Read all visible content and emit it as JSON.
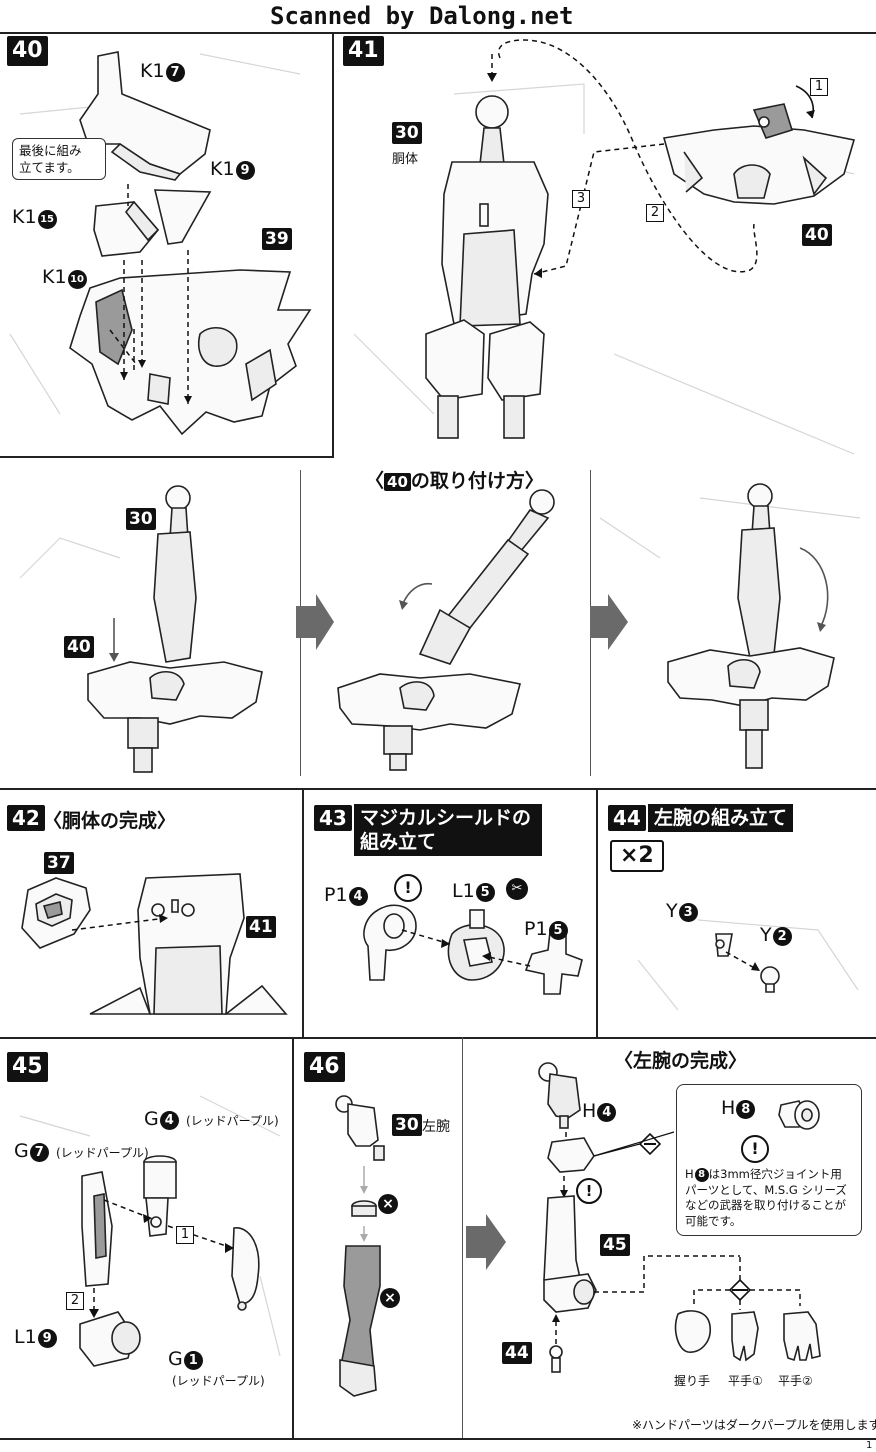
{
  "header": {
    "watermark": "Scanned by Dalong.net"
  },
  "step40": {
    "num": "40",
    "parts": {
      "k1_7": "K1",
      "k1_7n": "7",
      "k1_9": "K1",
      "k1_9n": "9",
      "k1_15": "K1",
      "k1_15n": "15",
      "k1_10": "K1",
      "k1_10n": "10"
    },
    "note": "最後に組み立てます。",
    "note_line1": "最後に組み",
    "note_line2": "立てます。",
    "ref": "39"
  },
  "step41": {
    "num": "41",
    "torso_ref": "30",
    "torso_label": "胴体",
    "ref40": "40",
    "order": [
      "1",
      "2",
      "3"
    ]
  },
  "attach40": {
    "title_pre": "〈",
    "title_num": "40",
    "title_post": "の取り付け方〉",
    "ref30": "30",
    "ref40": "40"
  },
  "step42": {
    "num": "42",
    "title": "〈胴体の完成〉",
    "ref37": "37",
    "ref41": "41"
  },
  "step43": {
    "num": "43",
    "title_line1": "マジカルシールドの",
    "title_line2": "組み立て",
    "p1_4": "P1",
    "p1_4n": "4",
    "l1_5": "L1",
    "l1_5n": "5",
    "p1_5": "P1",
    "p1_5n": "5"
  },
  "step44": {
    "num": "44",
    "title": "左腕の組み立て",
    "multiplier": "×2",
    "y3": "Y",
    "y3n": "3",
    "y2": "Y",
    "y2n": "2"
  },
  "step45": {
    "num": "45",
    "g4": "G",
    "g4n": "4",
    "g4_color": "(レッドパープル)",
    "g7": "G",
    "g7n": "7",
    "g7_color": "(レッドパープル)",
    "g1": "G",
    "g1n": "1",
    "g1_color": "(レッドパープル)",
    "l1_9": "L1",
    "l1_9n": "9",
    "order": [
      "1",
      "2"
    ]
  },
  "step46": {
    "num": "46",
    "ref30": "30",
    "ref30_label": "左腕"
  },
  "arm_complete": {
    "title": "〈左腕の完成〉",
    "h4": "H",
    "h4n": "4",
    "h8": "H",
    "h8n": "8",
    "ref45": "45",
    "ref44": "44",
    "note_line1": "H",
    "note_n": "8",
    "note_rest1": "は3mm径穴ジョイント用",
    "note_line2": "パーツとして、M.S.G シリーズ",
    "note_line3": "などの武器を取り付けることが",
    "note_line4": "可能です。",
    "hands": [
      "握り手",
      "平手①",
      "平手②"
    ],
    "footnote": "※ハンドパーツはダークパープルを使用します。"
  },
  "page": {
    "number": "1"
  }
}
